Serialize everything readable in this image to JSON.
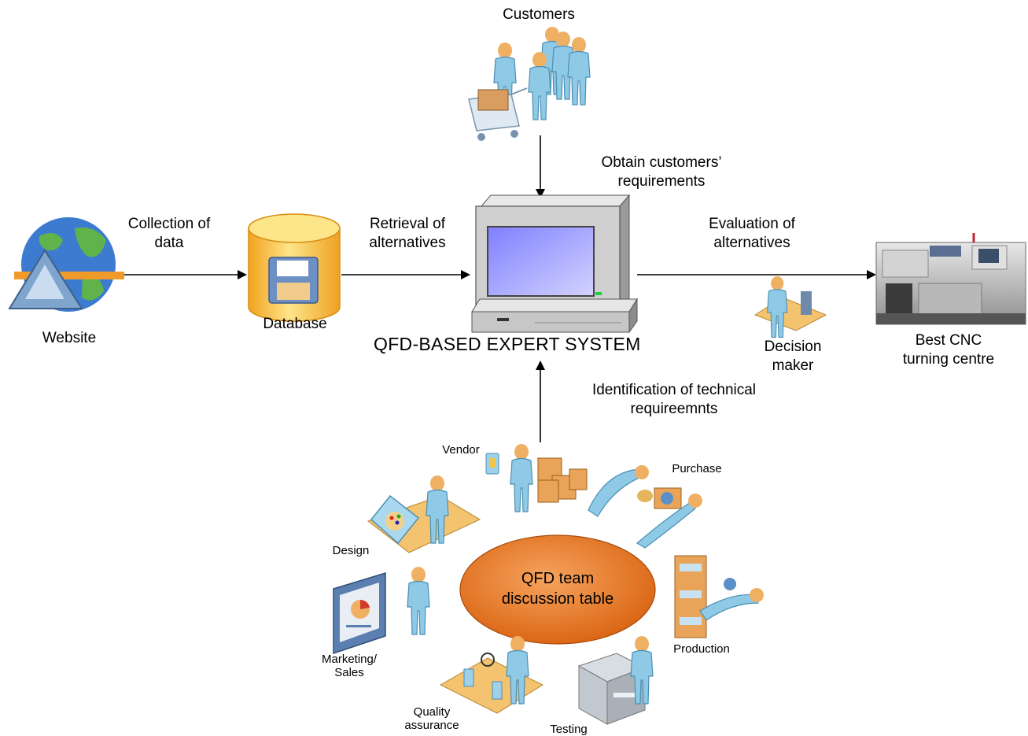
{
  "system_title": "QFD-BASED EXPERT SYSTEM",
  "nodes": {
    "customers": "Customers",
    "website": "Website",
    "database": "Database",
    "decision_maker": "Decision\nmaker",
    "best_cnc": "Best CNC\nturning centre"
  },
  "edges": {
    "collection": "Collection of\ndata",
    "retrieval": "Retrieval of\nalternatives",
    "obtain": "Obtain  customers’\nrequirements",
    "evaluation": "Evaluation of\nalternatives",
    "identification": "Identification of technical\nrequireemnts"
  },
  "team": {
    "center": "QFD team\ndiscussion table",
    "members": {
      "vendor": "Vendor",
      "purchase": "Purchase",
      "design": "Design",
      "production": "Production",
      "marketing": "Marketing/\nSales",
      "testing": "Testing",
      "quality": "Quality\nassurance"
    }
  },
  "colors": {
    "person": "#8ec9e6",
    "person_shadow": "#4c8fb3",
    "head": "#f1b466",
    "table": "#e9761a",
    "cylinder": "#f7c443",
    "monitor_screen": "#b9b9ff",
    "globe": "#3d7bd1"
  }
}
